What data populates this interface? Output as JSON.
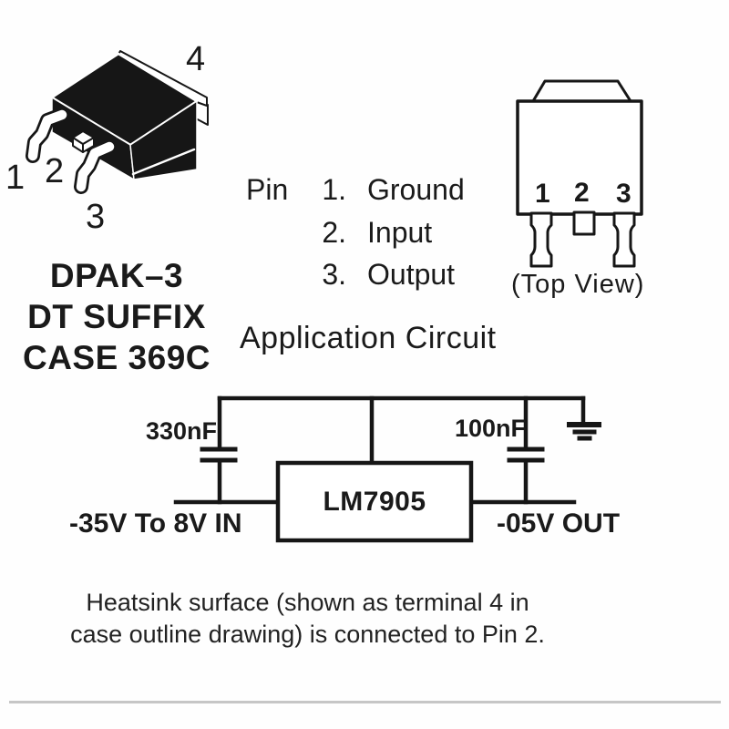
{
  "package_3d": {
    "pin_labels": {
      "p1": "1",
      "p2": "2",
      "p3": "3",
      "p4": "4"
    },
    "caption_lines": {
      "l1": "DPAK–3",
      "l2": "DT SUFFIX",
      "l3": "CASE 369C"
    }
  },
  "pin_list": {
    "heading": "Pin",
    "items": [
      {
        "num": "1.",
        "name": "Ground"
      },
      {
        "num": "2.",
        "name": "Input"
      },
      {
        "num": "3.",
        "name": "Output"
      }
    ]
  },
  "top_view": {
    "pin1": "1",
    "pin2": "2",
    "pin3": "3",
    "caption": "(Top View)"
  },
  "application_circuit": {
    "title": "Application Circuit",
    "ic_label": "LM7905",
    "input_cap_value": "330nF",
    "output_cap_value": "100nF",
    "input_label": "-35V To 8V IN",
    "output_label": "-05V OUT"
  },
  "note": {
    "line1": "Heatsink surface (shown as terminal 4 in",
    "line2": "case outline drawing) is connected to Pin 2."
  },
  "colors": {
    "ink": "#161616",
    "divider": "#c6c6c6",
    "background": "#fefefe"
  }
}
